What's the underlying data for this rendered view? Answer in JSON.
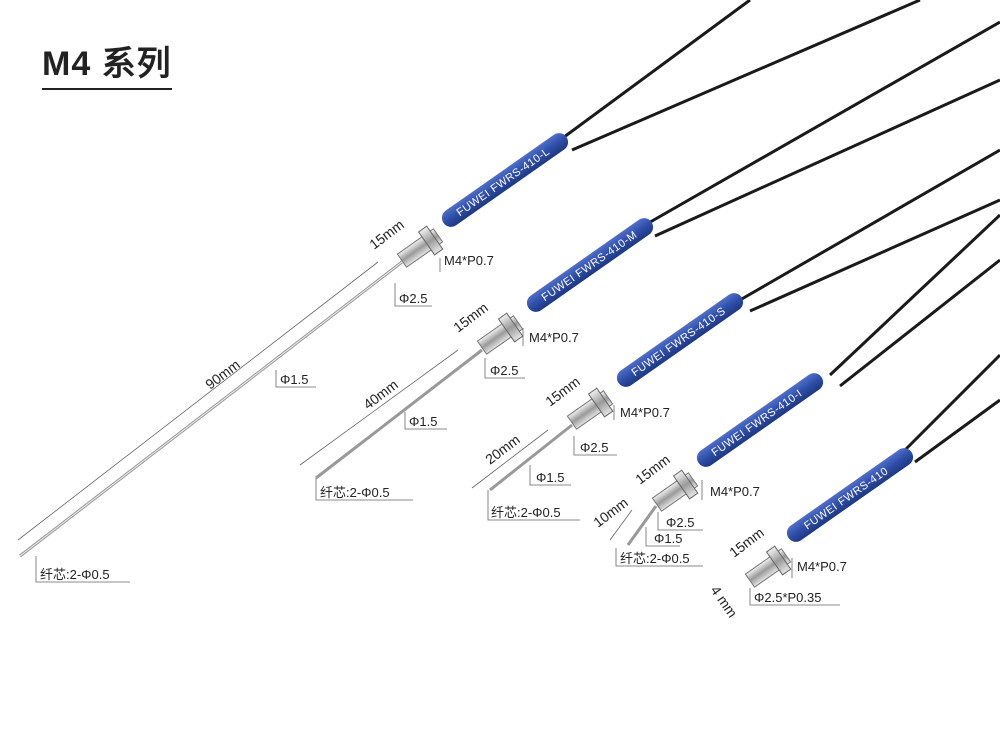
{
  "title": "M4 系列",
  "sensors": [
    {
      "model": "FUWEI FWRS-410-L",
      "thread": "M4*P0.7",
      "dia_thread": "Φ2.5",
      "dia_tube": "Φ1.5",
      "core": "纤芯:2-Φ0.5",
      "len_head": "15mm",
      "len_tube": "90mm"
    },
    {
      "model": "FUWEI FWRS-410-M",
      "thread": "M4*P0.7",
      "dia_thread": "Φ2.5",
      "dia_tube": "Φ1.5",
      "core": "纤芯:2-Φ0.5",
      "len_head": "15mm",
      "len_tube": "40mm"
    },
    {
      "model": "FUWEI FWRS-410-S",
      "thread": "M4*P0.7",
      "dia_thread": "Φ2.5",
      "dia_tube": "Φ1.5",
      "core": "纤芯:2-Φ0.5",
      "len_head": "15mm",
      "len_tube": "20mm"
    },
    {
      "model": "FUWEI FWRS-410-I",
      "thread": "M4*P0.7",
      "dia_thread": "Φ2.5",
      "dia_tube": "Φ1.5",
      "core": "纤芯:2-Φ0.5",
      "len_head": "15mm",
      "len_tube": "10mm"
    },
    {
      "model": "FUWEI FWRS-410",
      "thread": "M4*P0.7",
      "dia_thread": "Φ2.5*P0.35",
      "len_head": "15mm",
      "len_tube": "4 mm"
    }
  ],
  "colors": {
    "sleeve": "#2e4ea8",
    "cable": "#1a1a1a",
    "metal": "#c8c8c8",
    "text": "#222222"
  }
}
